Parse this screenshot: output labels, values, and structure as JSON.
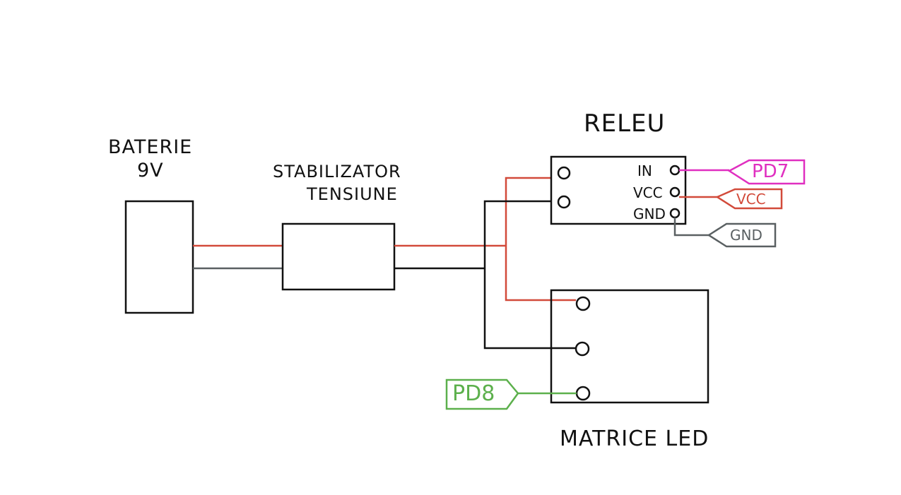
{
  "labels": {
    "battery": [
      "BATERIE",
      "9V"
    ],
    "stabilizer": [
      "STABILIZATOR",
      "TENSIUNE"
    ],
    "relay": "RELEU",
    "matrix": "MATRICE LED"
  },
  "relay_pins": [
    "IN",
    "VCC",
    "GND"
  ],
  "tags": {
    "pd7": "PD7",
    "vcc": "VCC",
    "gnd": "GND",
    "pd8": "PD8"
  },
  "colors": {
    "ink": "#111111",
    "power_wire": "#d24a3a",
    "ground_wire": "#5a6062",
    "pd7": "#e02fc0",
    "vcc_tag": "#d24a3a",
    "gnd_tag": "#5a6062",
    "pd8": "#5cb04c"
  }
}
